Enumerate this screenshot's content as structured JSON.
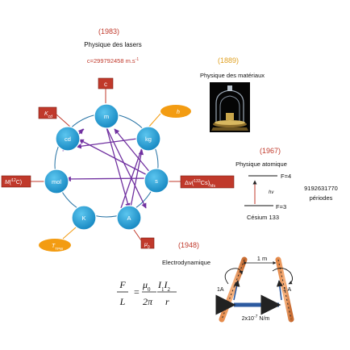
{
  "units": {
    "m": "m",
    "kg": "kg",
    "s": "s",
    "A": "A",
    "K": "K",
    "mol": "mol",
    "cd": "cd"
  },
  "constants": {
    "c": "c",
    "kcd": "K",
    "kcd_sub": "cd",
    "mc12": "M(",
    "mc12_sup": "12",
    "mc12_tail": "C)",
    "h": "h",
    "dnu": "Δν(",
    "dnu_sup": "133",
    "dnu_tail": "Cs)",
    "dnu_sub": "hfs",
    "mu0": "μ",
    "mu0_sub": "0",
    "ttpw": "T",
    "ttpw_sub": "TPW"
  },
  "lasers": {
    "year": "(1983)",
    "title": "Physique des lasers",
    "value": "c=299792458 m.s",
    "value_sup": "-1"
  },
  "materials": {
    "year": "(1889)",
    "title": "Physique des matériaux"
  },
  "atomic": {
    "year": "(1967)",
    "title": "Physique atomique",
    "f4": "F=4",
    "f3": "F=3",
    "hv": "hν",
    "periods": "9192631770",
    "periods_label": "périodes",
    "cesium": "Césium 133"
  },
  "electro": {
    "year": "(1948)",
    "title": "Electrodynamique",
    "spacing": "1 m",
    "current_left": "1A",
    "current_right": "1 A",
    "force": "2x10",
    "force_sup": "-7",
    "force_unit": "N/m"
  },
  "formula": {
    "F": "F",
    "L": "L",
    "mu": "μ",
    "zero": "0",
    "I1": "I",
    "one": "1",
    "I2": "I",
    "two": "2",
    "twopi": "2π",
    "r": "r"
  },
  "colors": {
    "node": "#1ea0d8",
    "node_stroke": "#ffffff",
    "arrow": "#7030a0",
    "box_red": "#c0392b",
    "box_orange": "#f39c12",
    "circle": "#2471a3",
    "year_red": "#c0392b",
    "year_orange": "#e0a020"
  }
}
